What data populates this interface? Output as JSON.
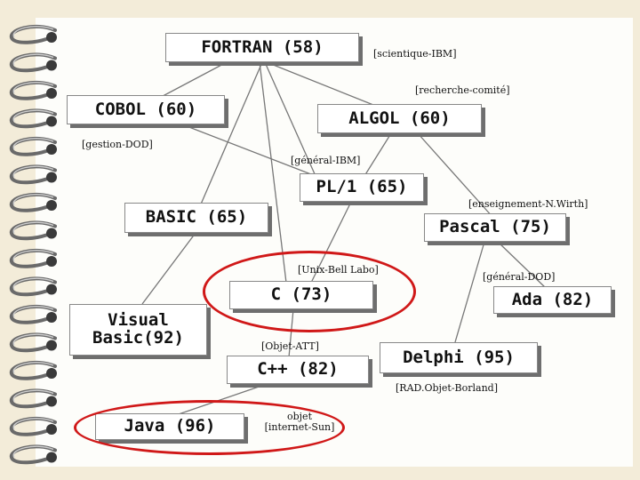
{
  "languages": {
    "fortran": "FORTRAN (58)",
    "cobol": "COBOL (60)",
    "algol": "ALGOL (60)",
    "pl1": "PL/1 (65)",
    "basic": "BASIC (65)",
    "pascal": "Pascal (75)",
    "c": "C (73)",
    "ada": "Ada (82)",
    "visual_basic": "Visual Basic(92)",
    "delphi": "Delphi (95)",
    "cpp": "C++ (82)",
    "java": "Java (96)"
  },
  "annotations": {
    "fortran": "[scientique-IBM]",
    "algol": "[recherche-comité]",
    "cobol": "[gestion-DOD]",
    "pl1": "[général-IBM]",
    "pascal": "[enseignement-N.Wirth]",
    "c": "[Unix-Bell Labo]",
    "ada": "[général-DOD]",
    "cpp": "[Objet-ATT]",
    "delphi": "[RAD.Objet-Borland]",
    "java_line1": "objet",
    "java_line2": "[internet-Sun]"
  },
  "colors": {
    "highlight": "#d01818",
    "shadow": "#6e6e6e"
  }
}
